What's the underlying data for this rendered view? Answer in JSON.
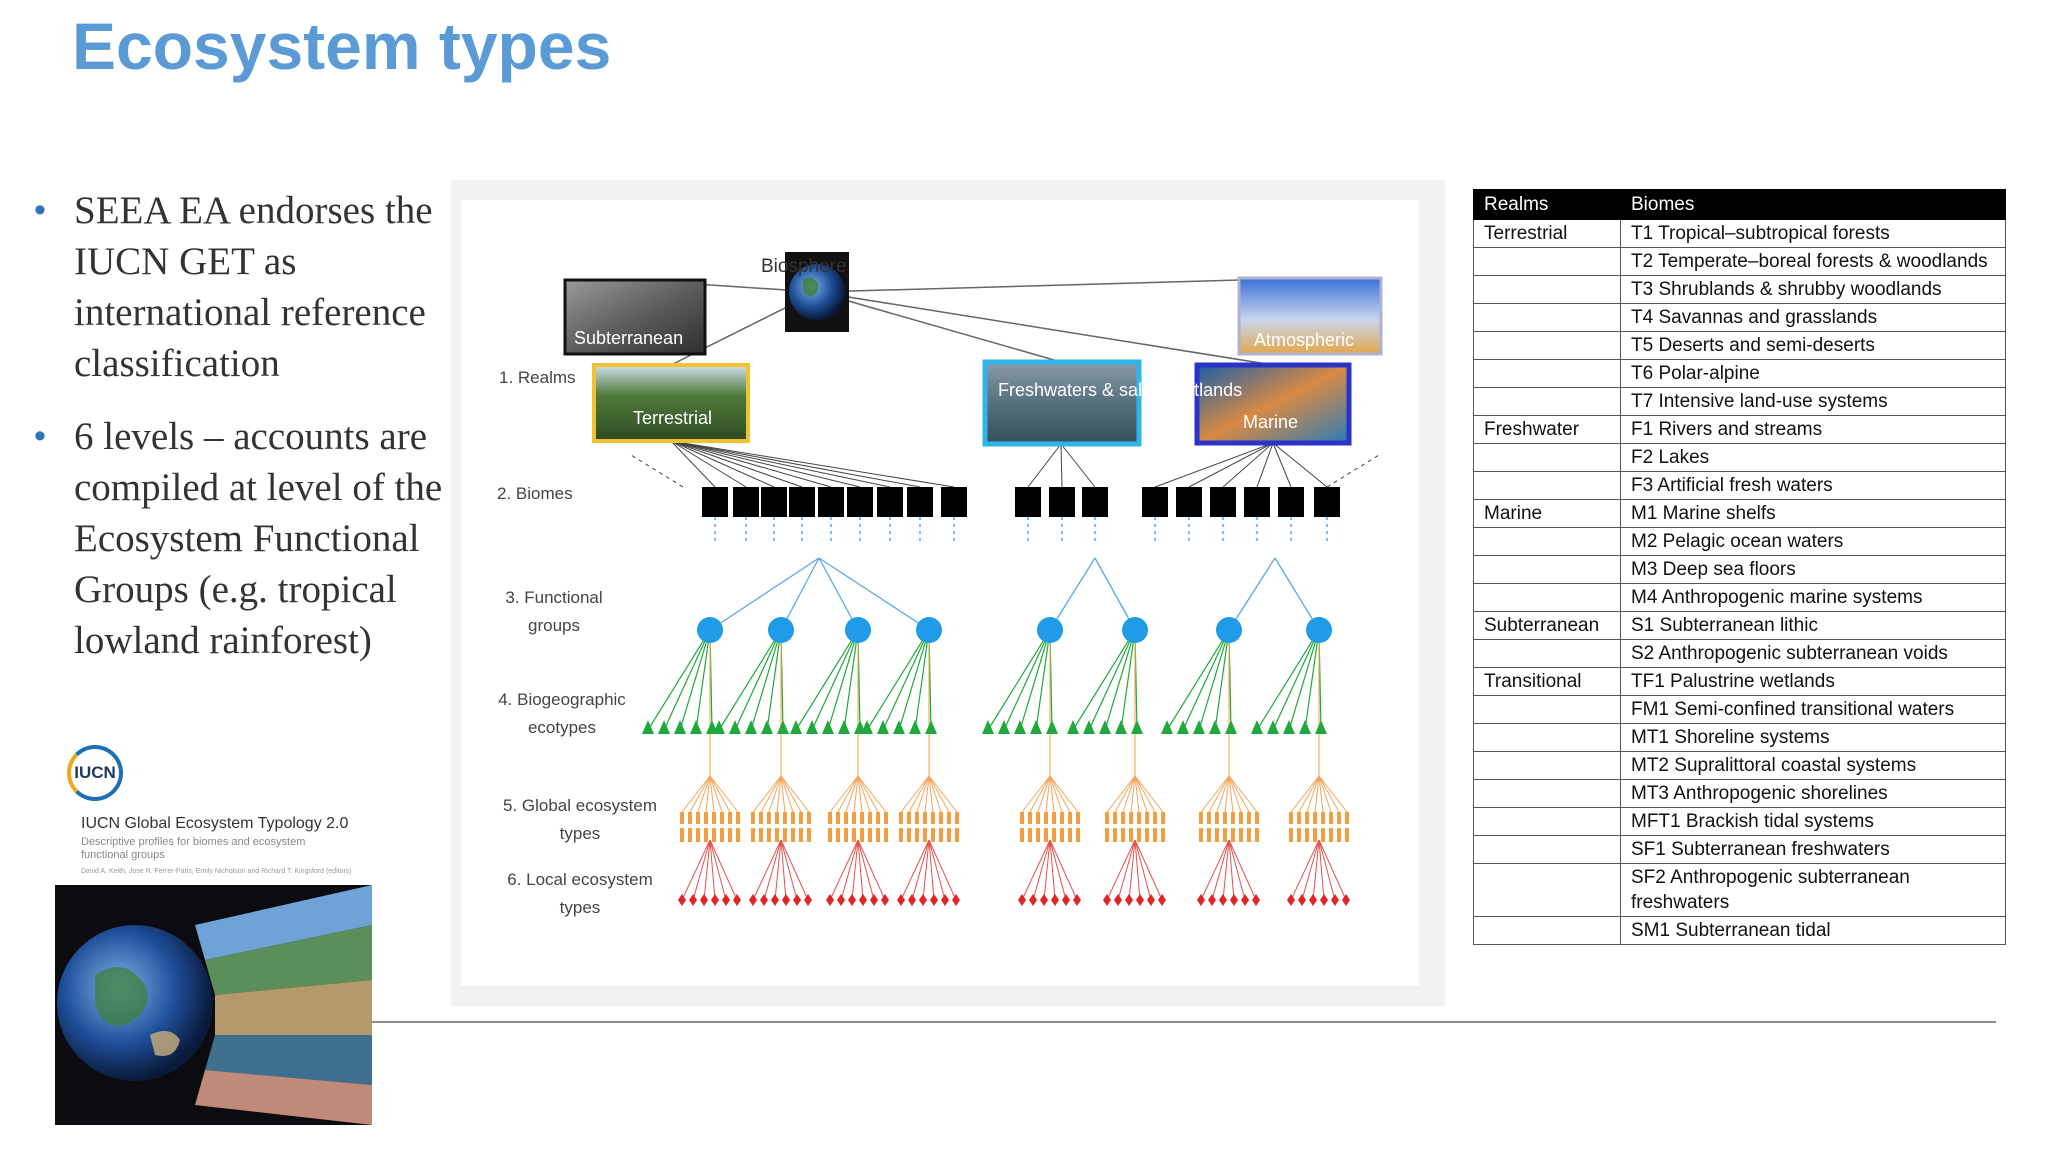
{
  "slide": {
    "title": "Ecosystem types"
  },
  "bullets": [
    "SEEA EA endorses the IUCN GET as international reference classification",
    "6 levels – accounts are compiled at level of the Ecosystem Functional Groups (e.g. tropical lowland rainforest)"
  ],
  "book": {
    "logo_text": "IUCN",
    "title": "IUCN Global Ecosystem Typology 2.0",
    "subtitle": "Descriptive profiles for biomes and ecosystem functional groups",
    "authors": "David A. Keith, Jose R. Ferrer-Paris, Emily Nicholson and Richard T. Kingsford (editors)"
  },
  "diagram": {
    "levels": [
      "1. Realms",
      "2. Biomes",
      "3. Functional groups",
      "4. Biogeographic ecotypes",
      "5. Global ecosystem types",
      "6. Local ecosystem types"
    ],
    "nodes": {
      "biosphere": "Biosphere",
      "subterranean": "Subterranean",
      "atmospheric": "Atmospheric",
      "terrestrial": "Terrestrial",
      "freshwaters": "Freshwaters & saline wetlands",
      "marine": "Marine"
    },
    "colors": {
      "terrestrial_border": "#f2c12e",
      "freshwater_border": "#2fb5e8",
      "marine_border": "#2a32c8",
      "functional_group": "#1f9be8",
      "ecotype": "#1fa83b",
      "global_type": "#f0a040",
      "local_type": "#e02525"
    }
  },
  "table": {
    "headers": [
      "Realms",
      "Biomes"
    ],
    "rows": [
      {
        "realm": "Terrestrial",
        "biome": "T1 Tropical–subtropical forests"
      },
      {
        "realm": "",
        "biome": "T2 Temperate–boreal forests & woodlands"
      },
      {
        "realm": "",
        "biome": "T3 Shrublands & shrubby woodlands"
      },
      {
        "realm": "",
        "biome": "T4 Savannas and grasslands"
      },
      {
        "realm": "",
        "biome": "T5 Deserts and semi-deserts"
      },
      {
        "realm": "",
        "biome": "T6 Polar-alpine"
      },
      {
        "realm": "",
        "biome": "T7 Intensive land-use systems"
      },
      {
        "realm": "Freshwater",
        "biome": "F1 Rivers and streams"
      },
      {
        "realm": "",
        "biome": "F2 Lakes"
      },
      {
        "realm": "",
        "biome": "F3 Artificial fresh waters"
      },
      {
        "realm": "Marine",
        "biome": "M1 Marine shelfs"
      },
      {
        "realm": "",
        "biome": "M2 Pelagic ocean waters"
      },
      {
        "realm": "",
        "biome": "M3 Deep sea floors"
      },
      {
        "realm": "",
        "biome": "M4 Anthropogenic marine systems"
      },
      {
        "realm": "Subterranean",
        "biome": "S1 Subterranean lithic"
      },
      {
        "realm": "",
        "biome": "S2 Anthropogenic subterranean voids"
      },
      {
        "realm": "Transitional",
        "biome": "TF1 Palustrine wetlands"
      },
      {
        "realm": "",
        "biome": "FM1 Semi-confined transitional waters"
      },
      {
        "realm": "",
        "biome": "MT1 Shoreline systems"
      },
      {
        "realm": "",
        "biome": "MT2 Supralittoral coastal systems"
      },
      {
        "realm": "",
        "biome": "MT3 Anthropogenic shorelines"
      },
      {
        "realm": "",
        "biome": "MFT1 Brackish tidal systems"
      },
      {
        "realm": "",
        "biome": "SF1 Subterranean freshwaters"
      },
      {
        "realm": "",
        "biome": "SF2 Anthropogenic subterranean freshwaters"
      },
      {
        "realm": "",
        "biome": "SM1 Subterranean tidal"
      }
    ]
  }
}
